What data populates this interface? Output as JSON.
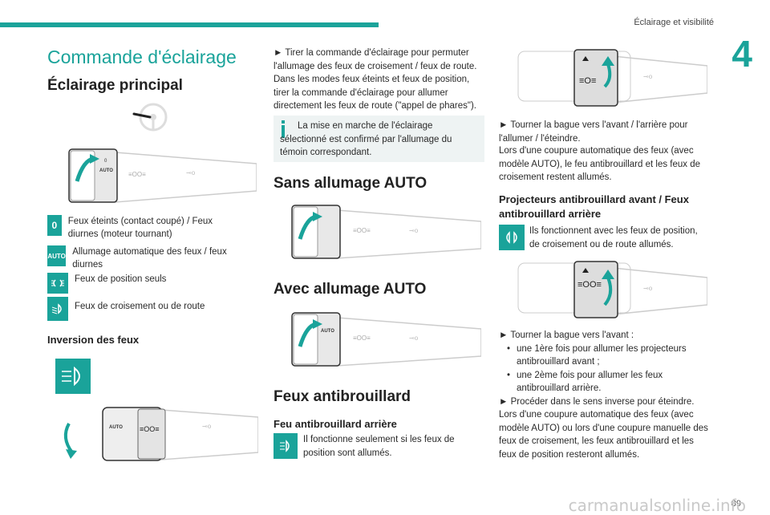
{
  "header": {
    "section": "Éclairage et visibilité",
    "chapter_number": "4"
  },
  "left": {
    "title": "Commande d'éclairage",
    "heading_main": "Éclairage principal",
    "legend": [
      {
        "icon_label": "0",
        "text": "Feux éteints (contact coupé) / Feux diurnes (moteur tournant)"
      },
      {
        "icon_label": "AUTO",
        "text": "Allumage automatique des feux / feux diurnes"
      },
      {
        "icon_label": "position-lights-icon",
        "text": "Feux de position seuls"
      },
      {
        "icon_label": "dipped-beam-icon",
        "text": "Feux de croisement ou de route"
      }
    ],
    "heading_inversion": "Inversion des feux"
  },
  "middle": {
    "para1": "► Tirer la commande d'éclairage pour permuter l'allumage des feux de croisement / feux de route. Dans les modes feux éteints et feux de position, tirer la commande d'éclairage pour allumer directement les feux de route (\"appel de phares\").",
    "info": "La mise en marche de l'éclairage sélectionné est confirmé par l'allumage du témoin correspondant.",
    "heading_sans": "Sans allumage AUTO",
    "heading_avec": "Avec allumage AUTO",
    "heading_antibrouillard": "Feux antibrouillard",
    "heading_arriere": "Feu antibrouillard arrière",
    "arriere_text": "Il fonctionne seulement si les feux de position sont allumés."
  },
  "right": {
    "para1": "► Tourner la bague vers l'avant / l'arrière pour l'allumer / l'éteindre.",
    "para2": "Lors d'une coupure automatique des feux (avec modèle AUTO), le feu antibrouillard et les feux de croisement restent allumés.",
    "heading_projecteurs": "Projecteurs antibrouillard avant / Feux antibrouillard arrière",
    "projecteurs_text": "Ils fonctionnent avec les feux de position, de croisement ou de route allumés.",
    "step1": "► Tourner la bague vers l'avant :",
    "bullets": [
      "une 1ère fois pour allumer les projecteurs antibrouillard avant ;",
      "une 2ème fois pour allumer les feux antibrouillard arrière."
    ],
    "step2": "► Procéder dans le sens inverse pour éteindre.",
    "para3": "Lors d'une coupure automatique des feux (avec modèle AUTO) ou lors d'une coupure manuelle des feux de croisement, les feux antibrouillard et les feux de position resteront allumés."
  },
  "footer": {
    "page_number": "89",
    "watermark": "carmanualsonline.info"
  },
  "colors": {
    "accent": "#1aa39a",
    "info_bg": "#eef3f3"
  }
}
